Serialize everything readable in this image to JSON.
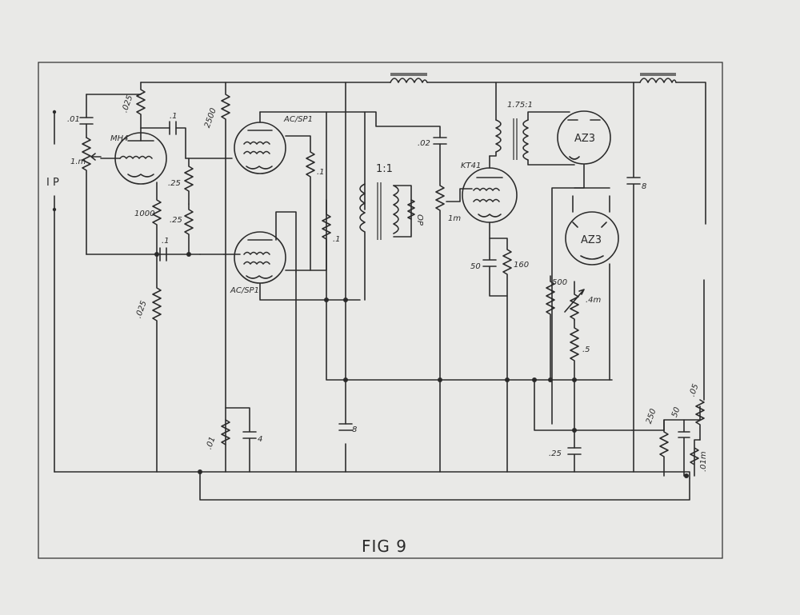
{
  "figure": {
    "caption": "FIG 9"
  },
  "input": {
    "label": "I P"
  },
  "transformers": {
    "interstage_ratio": "1:1",
    "output_ratio": "1.75:1",
    "op_label": "OP"
  },
  "valves": {
    "v1": "MH4",
    "v2": "AC/SP1",
    "v3": "AC/SP1",
    "v4": "KT41",
    "r1": "AZ3",
    "r2": "AZ3"
  },
  "components": {
    "c_in": ".01",
    "r_anode1": ".025",
    "c_couple1": ".1",
    "pot_in": "1.m",
    "r_grid2": ".25",
    "r_cath1": "1000",
    "r_grid3": ".25",
    "c_couple2": ".1",
    "r_dec": ".025",
    "r_2500": "2500",
    "r_anode2": ".1",
    "r_anode3": ".1",
    "c_02": ".02",
    "pot_1m": "1m",
    "c_50": "50",
    "r_160": "160",
    "c_8a": "8",
    "r_500": "500",
    "pot_4m": ".4m",
    "r_5": ".5",
    "c_25": ".25",
    "r_01": ".01",
    "c_4": "4",
    "c_8b": "8",
    "r_250": "250",
    "c_50b": "50",
    "r_05": ".05",
    "r_tail": ".01m"
  }
}
